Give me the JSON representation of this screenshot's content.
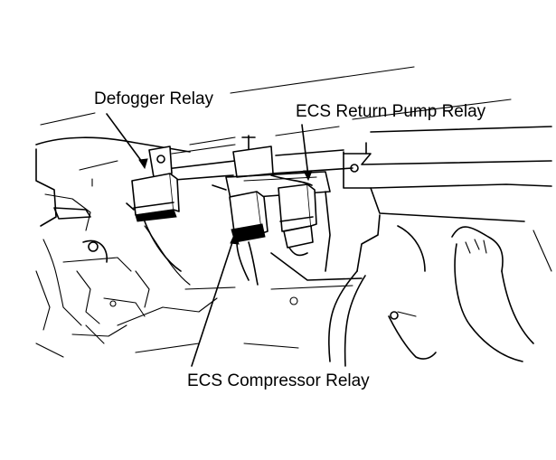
{
  "labels": {
    "defogger_relay": "Defogger Relay",
    "ecs_return_pump_relay": "ECS Return Pump Relay",
    "ecs_compressor_relay": "ECS Compressor Relay"
  },
  "colors": {
    "background": "#ffffff",
    "ink": "#000000"
  }
}
